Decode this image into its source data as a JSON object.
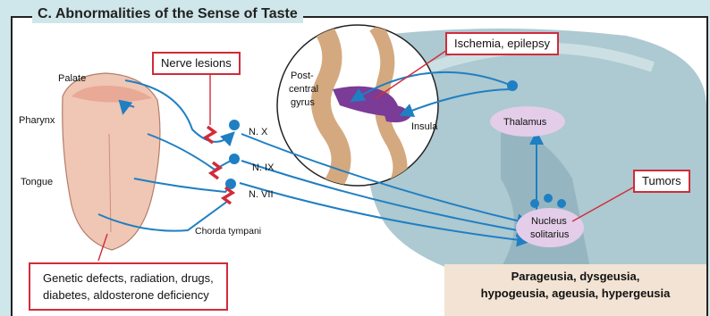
{
  "title": "C. Abnormalities of the Sense of Taste",
  "labels": {
    "palate": "Palate",
    "pharynx": "Pharynx",
    "tongue": "Tongue",
    "postcentral_gyrus_1": "Post-",
    "postcentral_gyrus_2": "central",
    "postcentral_gyrus_3": "gyrus",
    "insula": "Insula",
    "thalamus": "Thalamus",
    "nucleus_1": "Nucleus",
    "nucleus_2": "solitarius",
    "nerve_x": "N. X",
    "nerve_ix": "N. IX",
    "nerve_vii": "N. VII",
    "chorda_tympani": "Chorda tympani"
  },
  "callouts": {
    "nerve_lesions": "Nerve lesions",
    "ischemia": "Ischemia, epilepsy",
    "tumors": "Tumors",
    "genetic_1": "Genetic defects, radiation, drugs,",
    "genetic_2": "diabetes, aldosterone deficiency"
  },
  "result": {
    "line1": "Parageusia, dysgeusia,",
    "line2": "hypogeusia, ageusia, hypergeusia"
  },
  "colors": {
    "pathway": "#1f7fc3",
    "lesion": "#d22b3a",
    "cortex_lesion": "#7a3c96",
    "nucleus_fill": "#e3cde8",
    "brain_bg": "#a9c6cf",
    "tongue": "#f0c6b4"
  }
}
